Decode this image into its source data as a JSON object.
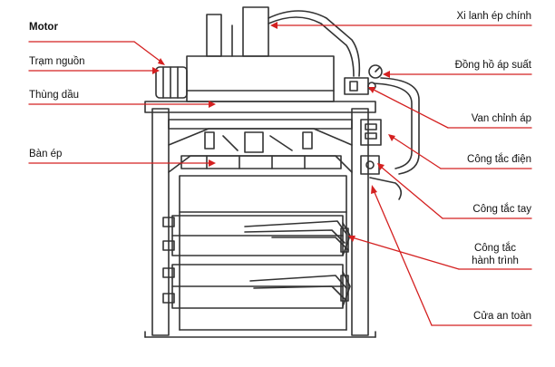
{
  "labels": {
    "motor": "Motor",
    "power_unit": "Trạm nguồn",
    "oil_tank": "Thùng dầu",
    "press_plate": "Bàn ép",
    "main_cylinder": "Xi lanh ép chính",
    "pressure_gauge": "Đồng hồ áp suất",
    "pressure_valve": "Van chỉnh áp",
    "power_switch": "Công tắc điện",
    "hand_switch": "Công tắc tay",
    "limit_switch_line1": "Công tắc",
    "limit_switch_line2": "hành trình",
    "safety_door": "Cửa an toàn"
  },
  "colors": {
    "line": "#333333",
    "leader": "#d42020",
    "background": "#ffffff"
  }
}
